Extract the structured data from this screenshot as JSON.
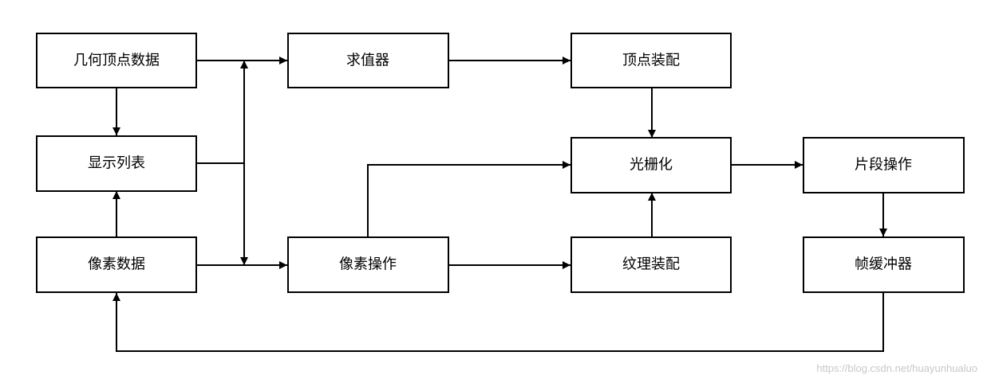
{
  "nodes": {
    "geometry_vertex_data": "几何顶点数据",
    "evaluator": "求值器",
    "vertex_assembly": "顶点装配",
    "display_list": "显示列表",
    "rasterization": "光栅化",
    "fragment_operations": "片段操作",
    "pixel_data": "像素数据",
    "pixel_operations": "像素操作",
    "texture_assembly": "纹理装配",
    "frame_buffer": "帧缓冲器"
  },
  "watermark": "https://blog.csdn.net/huayunhualuo"
}
